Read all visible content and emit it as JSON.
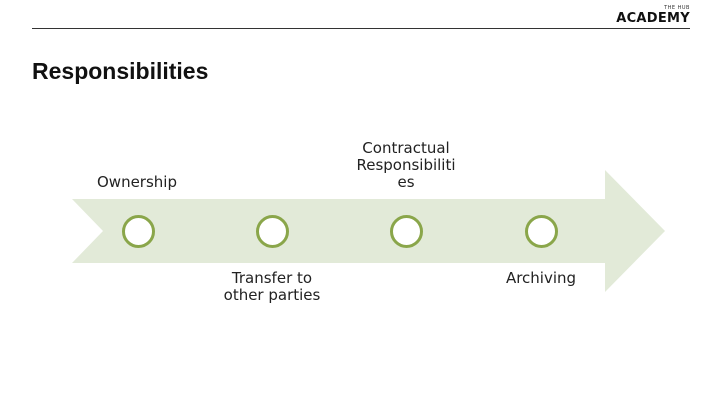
{
  "brand": {
    "small": "THE HUB",
    "name": "ACADEMY"
  },
  "page": {
    "title": "Responsibilities"
  },
  "timeline": {
    "arrow_color": "#e2ead8",
    "milestone_color": "#8aa64a",
    "steps": [
      {
        "label": "Ownership",
        "position": "above"
      },
      {
        "label": "Transfer to\nother parties",
        "position": "below"
      },
      {
        "label": "Contractual\nResponsibiliti\nes",
        "position": "above"
      },
      {
        "label": "Archiving",
        "position": "below"
      }
    ]
  }
}
